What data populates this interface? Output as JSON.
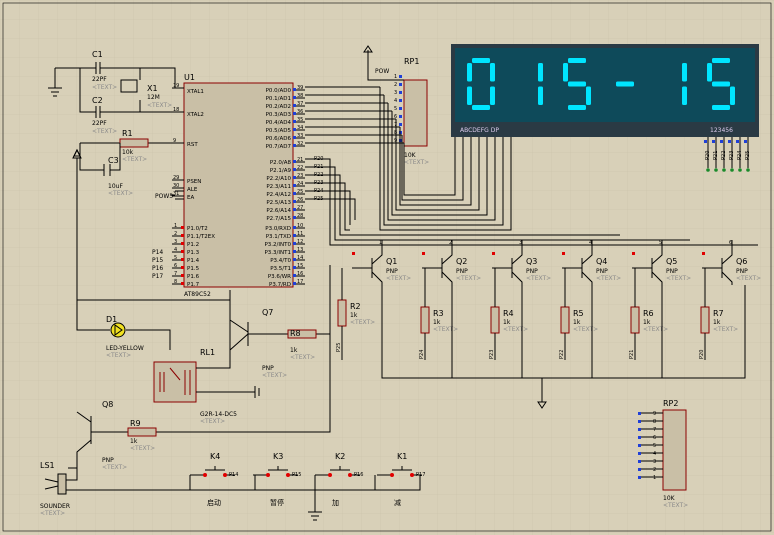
{
  "display": {
    "digits": [
      "0",
      "1",
      "5",
      "-",
      "1",
      "5"
    ],
    "seg_label": "ABCDEFG  DP",
    "com_label": "123456"
  },
  "labels": {
    "u1": "U1",
    "u1_part": "AT89C52",
    "xtal1": "XTAL1",
    "xtal2": "XTAL2",
    "rst": "RST",
    "psen": "PSEN",
    "ale": "ALE",
    "ea": "EA",
    "p0": [
      "P0.0/AD0",
      "P0.1/AD1",
      "P0.2/AD2",
      "P0.3/AD3",
      "P0.4/AD4",
      "P0.5/AD5",
      "P0.6/AD6",
      "P0.7/AD7"
    ],
    "p2": [
      "P2.0/A8",
      "P2.1/A9",
      "P2.2/A10",
      "P2.3/A11",
      "P2.4/A12",
      "P2.5/A13",
      "P2.6/A14",
      "P2.7/A15"
    ],
    "p1": [
      "P1.0/T2",
      "P1.1/T2EX",
      "P1.2",
      "P1.3",
      "P1.4",
      "P1.5",
      "P1.6",
      "P1.7"
    ],
    "p3": [
      "P3.0/RXD",
      "P3.1/TXD",
      "P3.2/INT0",
      "P3.3/INT1",
      "P3.4/T0",
      "P3.5/T1",
      "P3.6/WR",
      "P3.7/RD"
    ],
    "pins_left": [
      "19",
      "18",
      "9",
      "29",
      "30",
      "31"
    ],
    "pins_p0": [
      "39",
      "38",
      "37",
      "36",
      "35",
      "34",
      "33",
      "32"
    ],
    "pins_p2": [
      "21",
      "22",
      "23",
      "24",
      "25",
      "26",
      "27",
      "28"
    ],
    "pins_p1": [
      "1",
      "2",
      "3",
      "4",
      "5",
      "6",
      "7",
      "8"
    ],
    "pins_p3": [
      "10",
      "11",
      "12",
      "13",
      "14",
      "15",
      "16",
      "17"
    ],
    "p1_nets": [
      "P14",
      "P15",
      "P16",
      "P17"
    ],
    "p2_nets": [
      "P20",
      "P21",
      "P22",
      "P23",
      "P24",
      "P25"
    ],
    "pow": "POW",
    "pow3": "POW3",
    "c1": "C1",
    "c2": "C2",
    "c3": "C3",
    "cap22": "22PF",
    "cap10": "10uF",
    "x1": "X1",
    "x1_val": "12M",
    "r1": "R1",
    "r_10k": "10k",
    "r_1k": "1k",
    "rp1": "RP1",
    "rp2": "RP2",
    "rp_val": "10K",
    "rp1_pins": [
      "1",
      "2",
      "3",
      "4",
      "5",
      "6",
      "7",
      "8",
      "9"
    ],
    "rp2_pins": [
      "9",
      "8",
      "7",
      "6",
      "5",
      "4",
      "3",
      "2",
      "1"
    ],
    "q_names": [
      "Q1",
      "Q2",
      "Q3",
      "Q4",
      "Q5",
      "Q6"
    ],
    "pnp": "PNP",
    "r_names": [
      "R2",
      "R3",
      "R4",
      "R5",
      "R6",
      "R7"
    ],
    "q_nets": [
      "P25",
      "P24",
      "P23",
      "P22",
      "P21",
      "P20"
    ],
    "q_top_pins": [
      "1",
      "2",
      "3",
      "4",
      "5",
      "6"
    ],
    "d1": "D1",
    "led": "LED-YELLOW",
    "rl1": "RL1",
    "relay": "G2R-14-DC5",
    "q7": "Q7",
    "r8": "R8",
    "q8": "Q8",
    "r9": "R9",
    "ls1": "LS1",
    "sounder": "SOUNDER",
    "keys": [
      "K4",
      "K3",
      "K2",
      "K1"
    ],
    "key_nets": [
      "P14",
      "P15",
      "P16",
      "P17"
    ],
    "key_captions": [
      "启动",
      "暂停",
      "加",
      "减"
    ],
    "com_nets": [
      "P20",
      "P21",
      "P22",
      "P23",
      "P24",
      "P25"
    ],
    "text_tag": "<TEXT>"
  },
  "colors": {
    "background": "#d8d0b8",
    "display_bg": "#0e4a5a",
    "segment": "#00e5ff",
    "component_outline": "#8b0000",
    "pin_marker": "#1f3fd8",
    "red_marker": "#e00000"
  }
}
